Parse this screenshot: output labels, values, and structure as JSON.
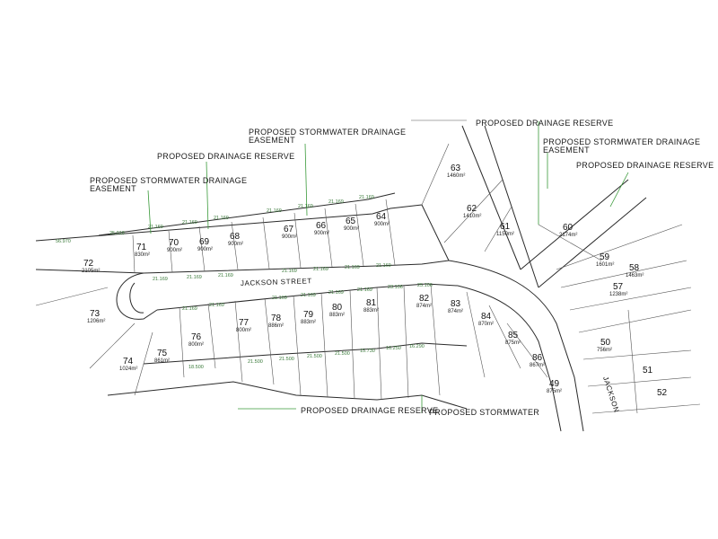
{
  "labels": {
    "drainage_reserve_top": "PROPOSED  DRAINAGE  RESERVE",
    "stormwater_easement_top_1": "PROPOSED  STORMWATER  DRAINAGE",
    "stormwater_easement_top_2": "EASEMENT",
    "drainage_reserve_left": "PROPOSED  DRAINAGE  RESERVE",
    "stormwater_easement_left_1": "PROPOSED  STORMWATER  DRAINAGE",
    "stormwater_easement_left_2": "EASEMENT",
    "stormwater_easement_right_1": "PROPOSED  STORMWATER  DRAINAGE",
    "stormwater_easement_right_2": "EASEMENT",
    "drainage_reserve_right": "PROPOSED  DRAINAGE  RESERVE",
    "drainage_reserve_bottom": "PROPOSED  DRAINAGE  RESERVE",
    "stormwater_bottom": "PROPOSED  STORMWATER",
    "jackson_street": "JACKSON  STREET",
    "jackson_street_right": "JACKSON"
  },
  "lots": [
    {
      "id": "72",
      "area": "2105m²"
    },
    {
      "id": "71",
      "area": "830m²"
    },
    {
      "id": "70",
      "area": "900m²"
    },
    {
      "id": "69",
      "area": "900m²"
    },
    {
      "id": "68",
      "area": "900m²"
    },
    {
      "id": "67",
      "area": "900m²"
    },
    {
      "id": "66",
      "area": "900m²"
    },
    {
      "id": "65",
      "area": "900m²"
    },
    {
      "id": "64",
      "area": "900m²"
    },
    {
      "id": "63",
      "area": "1460m²"
    },
    {
      "id": "62",
      "area": "1410m²"
    },
    {
      "id": "61",
      "area": "1150m²"
    },
    {
      "id": "60",
      "area": "2174m²"
    },
    {
      "id": "59",
      "area": "1601m²"
    },
    {
      "id": "58",
      "area": "1463m²"
    },
    {
      "id": "57",
      "area": "1238m²"
    },
    {
      "id": "50",
      "area": "756m²"
    },
    {
      "id": "51",
      "area": ""
    },
    {
      "id": "52",
      "area": ""
    },
    {
      "id": "73",
      "area": "1206m²"
    },
    {
      "id": "74",
      "area": "1024m²"
    },
    {
      "id": "75",
      "area": "861m²"
    },
    {
      "id": "76",
      "area": "800m²"
    },
    {
      "id": "77",
      "area": "800m²"
    },
    {
      "id": "78",
      "area": "886m²"
    },
    {
      "id": "79",
      "area": "883m²"
    },
    {
      "id": "80",
      "area": "883m²"
    },
    {
      "id": "81",
      "area": "883m²"
    },
    {
      "id": "82",
      "area": "874m²"
    },
    {
      "id": "83",
      "area": "874m²"
    },
    {
      "id": "84",
      "area": "870m²"
    },
    {
      "id": "85",
      "area": "875m²"
    },
    {
      "id": "86",
      "area": "867m²"
    },
    {
      "id": "49",
      "area": "875m²"
    }
  ],
  "dimensions": {
    "top_1": "21.169",
    "top_2": "21.169",
    "top_3": "21.169",
    "top_4": "21.169",
    "top_5": "21.169",
    "top_6": "21.169",
    "top_7": "21.169",
    "left_1": "56.970",
    "left_2": "25.018",
    "bottom_1": "21.169",
    "bottom_2": "21.169",
    "bottom_3": "21.169",
    "bottom_4": "21.169",
    "bottom_5": "21.169",
    "bottom_6": "21.169",
    "bottom_7": "21.169",
    "lower_1": "21.169",
    "lower_2": "21.169",
    "lower_3": "21.169",
    "lower_4": "21.169",
    "lower_5": "21.169",
    "lower_6": "21.169",
    "lower_7": "23.106",
    "lower_8": "25.106",
    "base_1": "18.500",
    "base_2": "21.500",
    "base_3": "21.500",
    "base_4": "21.500",
    "base_5": "21.500",
    "base_6": "15.730",
    "base_7": "16.250",
    "base_8": "16.290"
  }
}
